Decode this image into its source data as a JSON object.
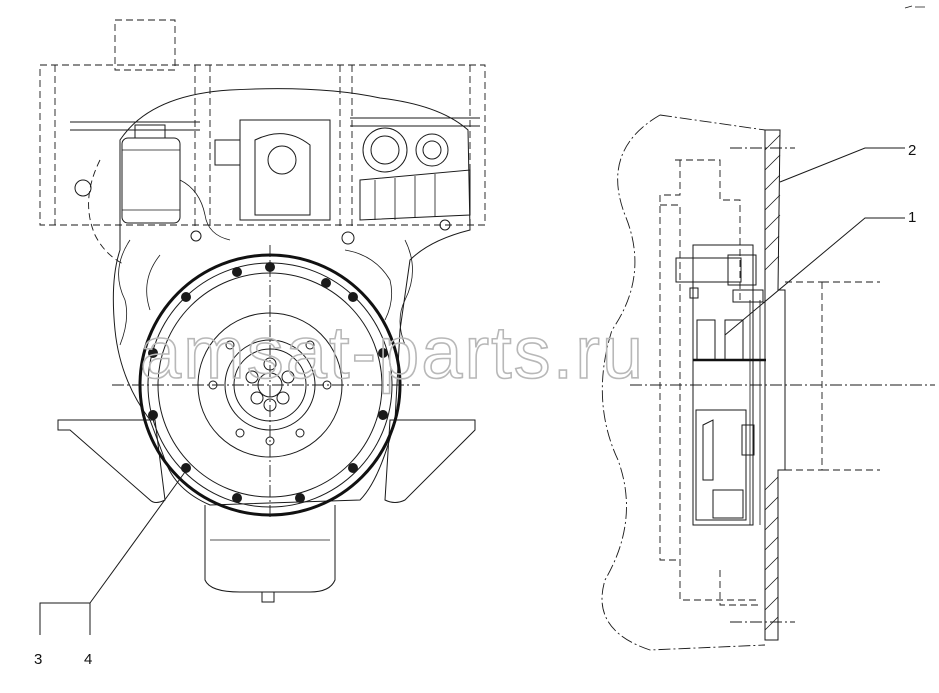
{
  "diagram": {
    "callouts": [
      {
        "id": "1",
        "label": "1"
      },
      {
        "id": "2",
        "label": "2"
      },
      {
        "id": "3",
        "label": "3"
      },
      {
        "id": "4",
        "label": "4"
      }
    ],
    "watermark": "amsat-parts.ru",
    "colors": {
      "line": "#1a1a1a",
      "watermark": "#b8b8b8",
      "background": "#ffffff"
    }
  }
}
